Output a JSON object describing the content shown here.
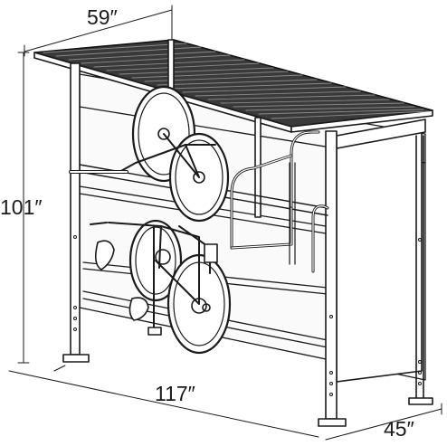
{
  "dimensions": {
    "depth_top": "59″",
    "height": "101″",
    "length": "117″",
    "depth_bottom": "45″"
  }
}
